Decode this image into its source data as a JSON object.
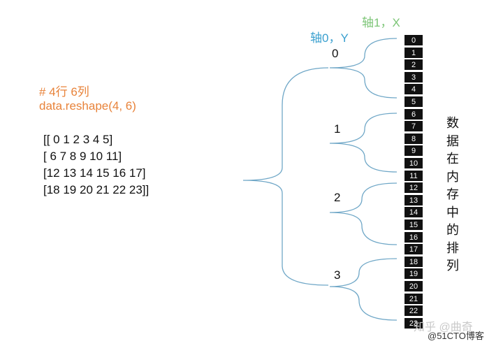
{
  "code": {
    "comment": "# 4行 6列",
    "call": "data.reshape(4, 6)"
  },
  "matrix_rows": [
    "[[ 0  1  2  3  4  5]",
    " [ 6  7  8  9 10 11]",
    " [12 13 14 15 16 17]",
    " [18 19 20 21 22 23]]"
  ],
  "axes": {
    "axis1": "轴1，X",
    "axis0": "轴0，Y",
    "axis1_color": "#7cc576",
    "axis0_color": "#3aa0cf"
  },
  "groups": [
    "0",
    "1",
    "2",
    "3"
  ],
  "memory": [
    "0",
    "1",
    "2",
    "3",
    "4",
    "5",
    "6",
    "7",
    "8",
    "9",
    "10",
    "11",
    "12",
    "13",
    "14",
    "15",
    "16",
    "17",
    "18",
    "19",
    "20",
    "21",
    "22",
    "23"
  ],
  "vertical_caption": [
    "数",
    "据",
    "在",
    "内",
    "存",
    "中",
    "的",
    "排",
    "列"
  ],
  "watermarks": {
    "zhihu": "知乎 @曲奇",
    "cto": "@51CTO博客"
  }
}
